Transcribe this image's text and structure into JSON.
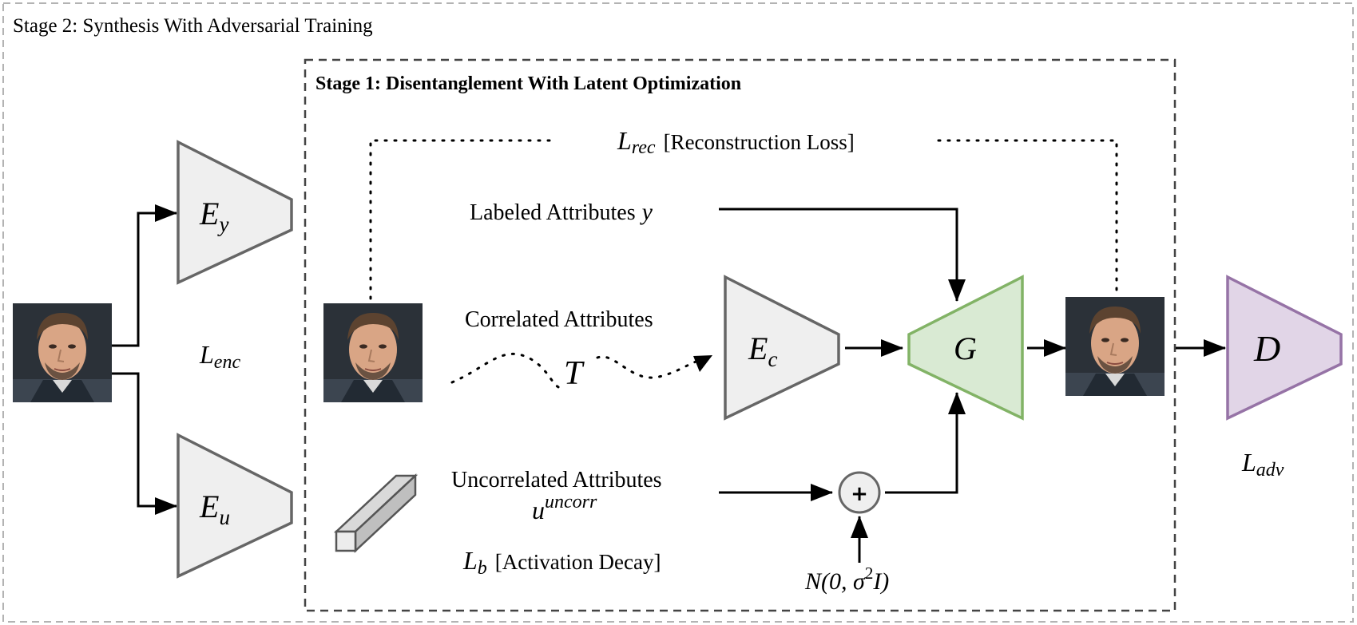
{
  "stage2": {
    "title": "Stage 2: Synthesis With Adversarial Training"
  },
  "stage1": {
    "title": "Stage 1: Disentanglement With Latent Optimization"
  },
  "losses": {
    "rec": {
      "symbol": "L",
      "sub": "rec",
      "desc": "[Reconstruction Loss]"
    },
    "enc": {
      "symbol": "L",
      "sub": "enc"
    },
    "adv": {
      "symbol": "L",
      "sub": "adv"
    },
    "b": {
      "symbol": "L",
      "sub": "b",
      "desc": "[Activation Decay]"
    }
  },
  "labels": {
    "labeled": {
      "text": "Labeled Attributes",
      "var": "y"
    },
    "correlated": {
      "text": "Correlated Attributes",
      "var": "T"
    },
    "uncorrelated": {
      "text": "Uncorrelated Attributes",
      "var": "u",
      "sup": "uncorr"
    },
    "noise": {
      "prefix": "N",
      "args": "(0, σ",
      "sup": "2",
      "tail": "I)"
    }
  },
  "blocks": {
    "ey": {
      "symbol": "E",
      "sub": "y"
    },
    "eu": {
      "symbol": "E",
      "sub": "u"
    },
    "ec": {
      "symbol": "E",
      "sub": "c"
    },
    "g": {
      "symbol": "G"
    },
    "d": {
      "symbol": "D"
    }
  },
  "plus": "+",
  "colors": {
    "encoder_fill": "#efefef",
    "encoder_stroke": "#666666",
    "generator_fill": "#d9ead3",
    "generator_stroke": "#82b366",
    "disc_fill": "#e1d5e7",
    "disc_stroke": "#9673a6",
    "stage2_border": "#b3b3b3",
    "stage1_border": "#333333"
  }
}
